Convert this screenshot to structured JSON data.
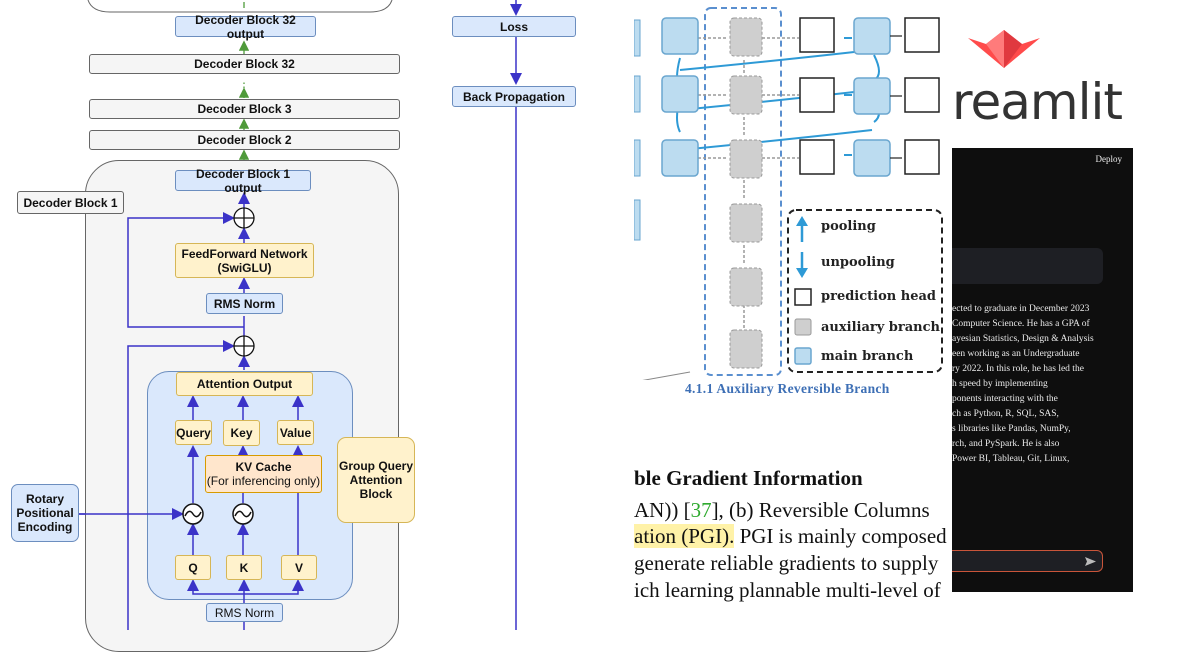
{
  "llama_diagram": {
    "decoder32_output": "Decoder Block 32 output",
    "decoder32": "Decoder Block 32",
    "ellipsis": "⋮",
    "decoder3": "Decoder Block 3",
    "decoder2": "Decoder Block 2",
    "decoder1_output": "Decoder Block 1 output",
    "decoder1_label": "Decoder Block 1",
    "ffn_line1": "FeedForward Network",
    "ffn_line2": "(SwiGLU)",
    "rms_norm_top": "RMS Norm",
    "attention_output": "Attention Output",
    "query": "Query",
    "key": "Key",
    "value": "Value",
    "kv_cache_line1": "KV Cache",
    "kv_cache_line2": "(For inferencing only)",
    "gqa_line1": "Group Query",
    "gqa_line2": "Attention",
    "gqa_line3": "Block",
    "rope_line1": "Rotary",
    "rope_line2": "Positional",
    "rope_line3": "Encoding",
    "q": "Q",
    "k": "K",
    "v": "V",
    "rms_norm_bottom": "RMS Norm"
  },
  "training_flow": {
    "loss": "Loss",
    "back_propagation": "Back Propagation"
  },
  "pgi_paper": {
    "legend": {
      "pooling": "pooling",
      "unpooling": "unpooling",
      "prediction_head": "prediction head",
      "auxiliary_branch": "auxiliary branch",
      "main_branch": "main branch"
    },
    "section_caption": "4.1.1 Auxiliary Reversible Branch",
    "heading": "ble Gradient Information",
    "line1_prefix": "AN)) [",
    "line1_ref": "37",
    "line1_suffix": "], (b) Reversible Columns",
    "line2_highlight": "ation (PGI).",
    "line2_rest": " PGI is mainly composed",
    "line3": " generate reliable gradients to supply",
    "line4": "ich learning plannable multi-level of"
  },
  "streamlit_app": {
    "logo_text": "reamlit",
    "deploy_label": "Deploy",
    "response_lines": [
      "ected to graduate in December 2023",
      "Computer Science. He has a GPA of",
      "ayesian Statistics, Design & Analysis",
      "een working as an Undergraduate",
      "ry 2022. In this role, he has led the",
      "h speed by implementing",
      "ponents interacting with the",
      "ch as Python, R, SQL, SAS,",
      "s libraries like Pandas, NumPy,",
      "rch, and PySpark. He is also",
      "Power BI, Tableau, Git, Linux,"
    ],
    "chat_input_value": "",
    "send_icon": "send-icon"
  },
  "colors": {
    "arrow_blue": "#3b33c8",
    "arrow_green": "#4f9a3a",
    "main_branch_blue": "#bcdcf0",
    "aux_gray": "#cfcfcf",
    "pgi_highlight": "#fff2a8",
    "ref_green": "#2eaa2e",
    "streamlit_red": "#ff4b4b"
  }
}
